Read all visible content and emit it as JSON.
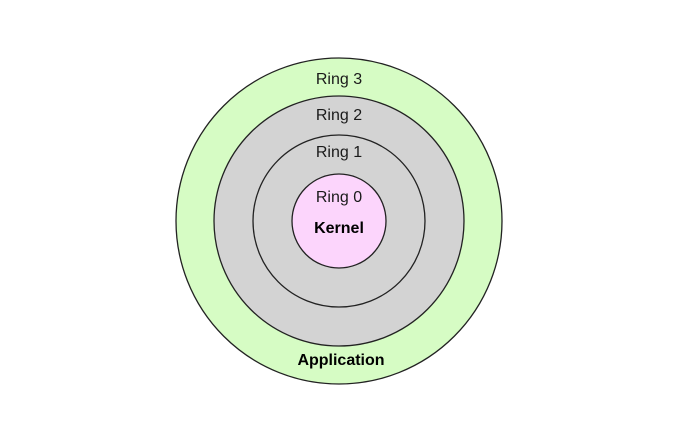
{
  "diagram": {
    "colors": {
      "ring3_fill": "#d6fcc4",
      "ring2_fill": "#d3d3d3",
      "ring1_fill": "#d3d3d3",
      "ring0_fill": "#fcd5fc",
      "stroke": "#222222"
    },
    "rings": [
      {
        "id": "ring3",
        "label": "Ring 3",
        "sublabel": "Application"
      },
      {
        "id": "ring2",
        "label": "Ring 2"
      },
      {
        "id": "ring1",
        "label": "Ring 1"
      },
      {
        "id": "ring0",
        "label": "Ring 0",
        "sublabel": "Kernel"
      }
    ]
  }
}
